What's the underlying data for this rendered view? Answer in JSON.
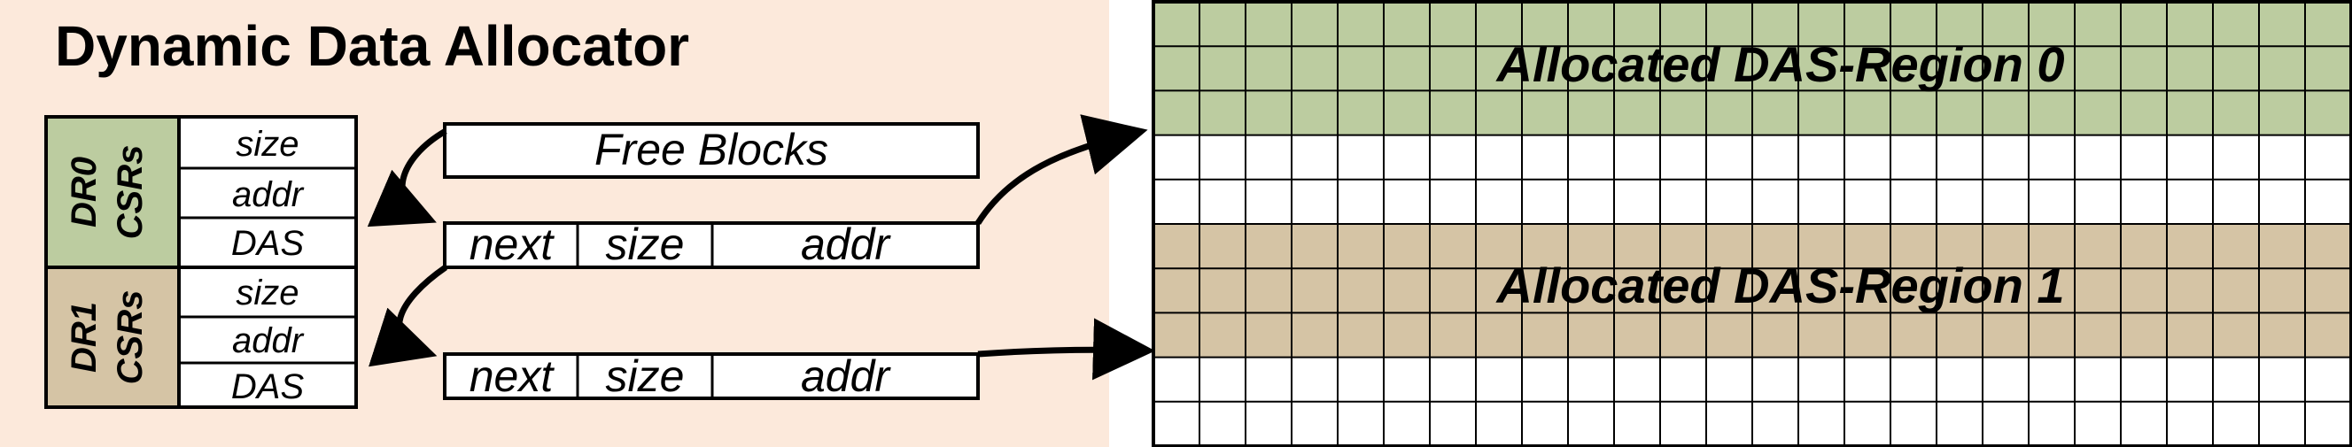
{
  "allocator": {
    "title": "Dynamic Data Allocator",
    "background_color": "#fce9db",
    "free_blocks_label": "Free Blocks"
  },
  "csr_groups": [
    {
      "label_line1": "DR0",
      "label_line2": "CSRs",
      "color": "#bccca0",
      "fields": [
        "size",
        "addr",
        "DAS"
      ]
    },
    {
      "label_line1": "DR1",
      "label_line2": "CSRs",
      "color": "#d5c4a5",
      "fields": [
        "size",
        "addr",
        "DAS"
      ]
    }
  ],
  "free_list_nodes": [
    {
      "next": "next",
      "size": "size",
      "addr": "addr"
    },
    {
      "next": "next",
      "size": "size",
      "addr": "addr"
    }
  ],
  "memory": {
    "columns": 26,
    "rows": [
      {
        "region": 0
      },
      {
        "region": 0
      },
      {
        "region": 0
      },
      {
        "region": null
      },
      {
        "region": null
      },
      {
        "region": 1
      },
      {
        "region": 1
      },
      {
        "region": 1
      },
      {
        "region": null
      },
      {
        "region": null
      }
    ],
    "regions": [
      {
        "label": "Allocated DAS-Region 0",
        "color": "#bccca0"
      },
      {
        "label": "Allocated DAS-Region 1",
        "color": "#d5c4a5"
      }
    ]
  }
}
